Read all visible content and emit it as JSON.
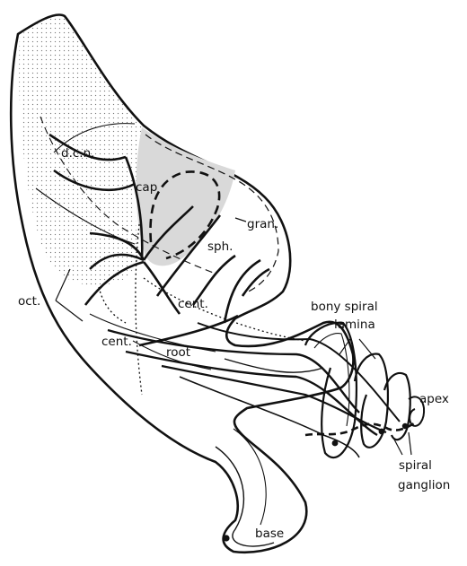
{
  "diagram": {
    "labels": {
      "dcn": "d.c.n.",
      "cap": "cap",
      "gran": "gran.",
      "sph": "sph.",
      "cent_upper": "cent.",
      "oct": "oct.",
      "cent_lower": "cent.",
      "root": "root",
      "bony_line1": "bony spiral",
      "bony_line2": "lamina",
      "apex": "apex",
      "spiral_line1": "spiral",
      "spiral_line2": "ganglion",
      "base": "base"
    },
    "colors": {
      "ink": "#111111",
      "stipple": "#777777",
      "cap_shade": "#d9d9d9",
      "background": "#ffffff"
    }
  }
}
